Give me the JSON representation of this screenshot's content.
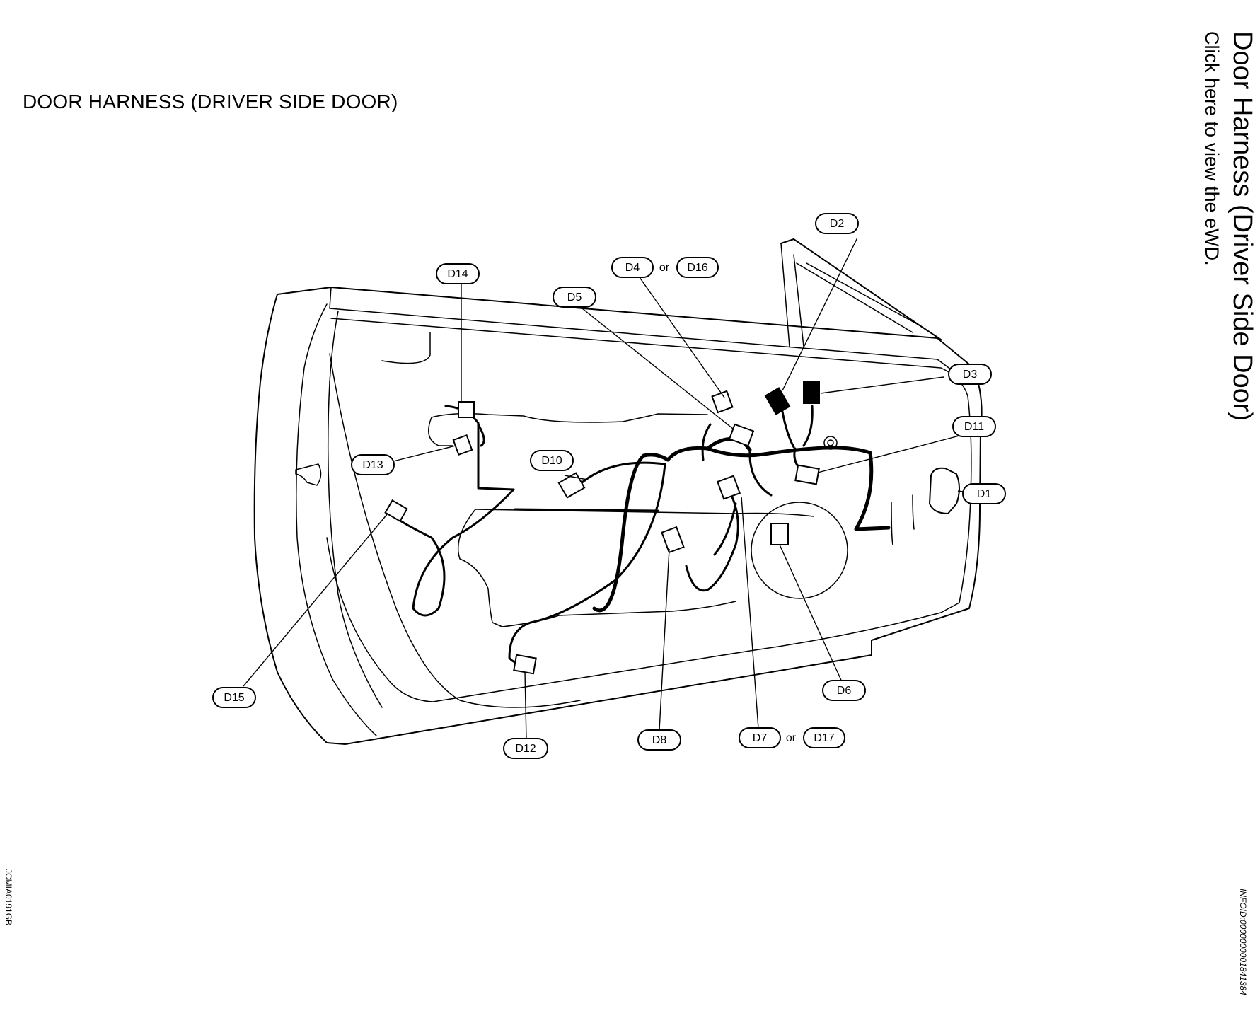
{
  "header": {
    "section_title": "Door Harness (Driver Side Door)",
    "ewd_link": "Click here to view the eWD."
  },
  "diagram": {
    "title": "DOOR HARNESS (DRIVER SIDE DOOR)",
    "figure_code": "JCMIA0191GB",
    "info_id": "INFOID:0000000001841384",
    "or_word": "or",
    "connectors": {
      "D1": "D1",
      "D2": "D2",
      "D3": "D3",
      "D4": "D4",
      "D5": "D5",
      "D6": "D6",
      "D7": "D7",
      "D8": "D8",
      "D10": "D10",
      "D11": "D11",
      "D12": "D12",
      "D13": "D13",
      "D14": "D14",
      "D15": "D15",
      "D16": "D16",
      "D17": "D17"
    }
  }
}
